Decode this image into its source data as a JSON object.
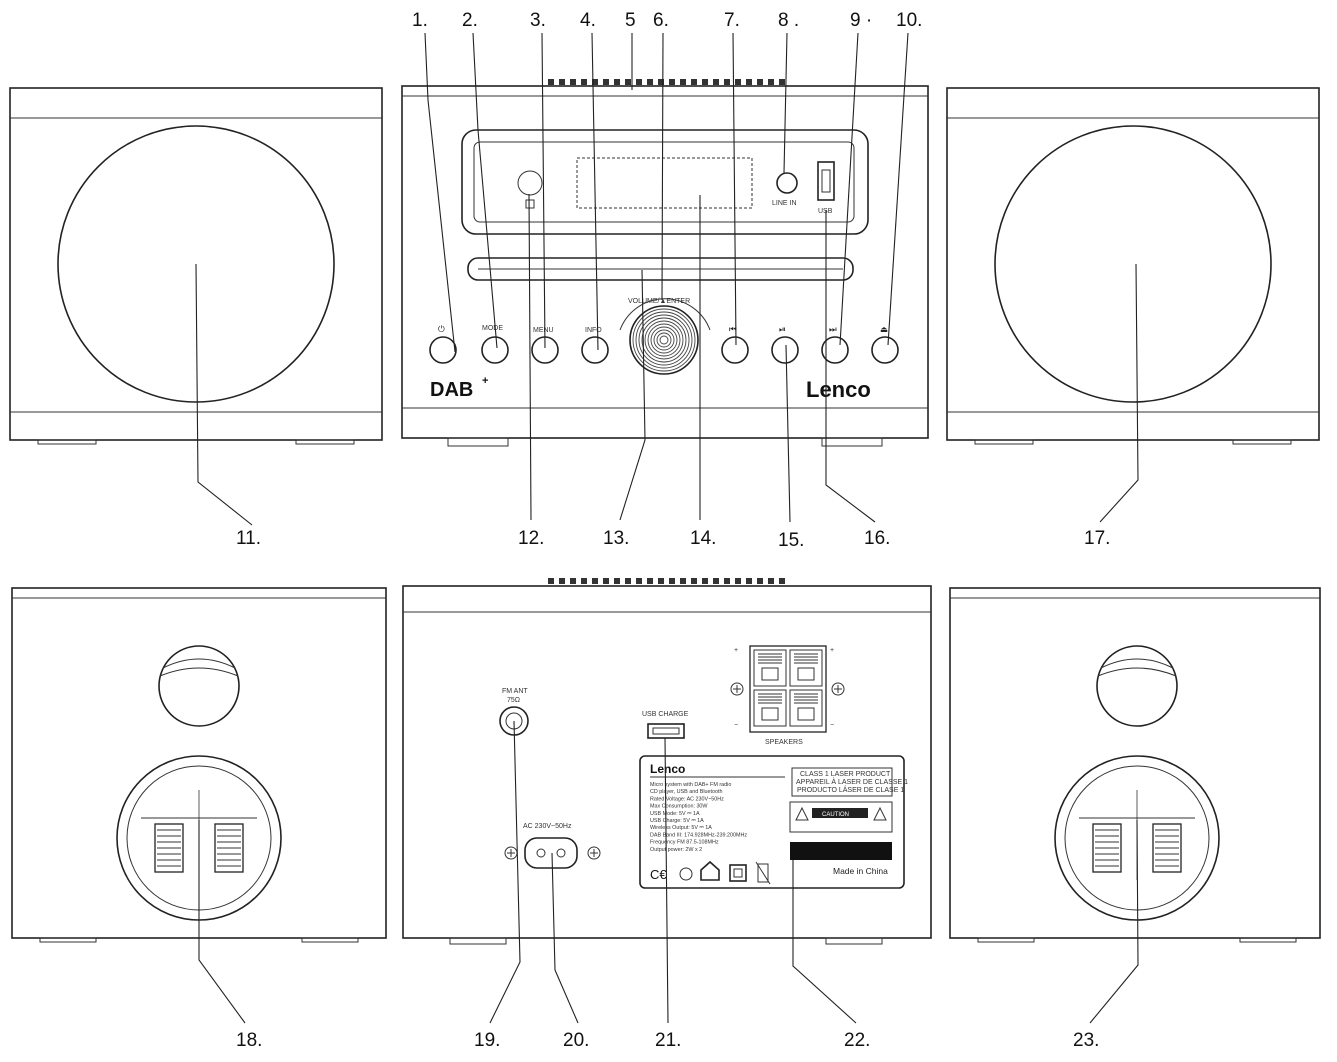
{
  "callouts": {
    "n1": "1.",
    "n2": "2.",
    "n3": "3.",
    "n4": "4.",
    "n5": "5",
    "n6": "6.",
    "n7": "7.",
    "n8": "8 .",
    "n9": "9 ·",
    "n10": "10.",
    "n11": "11.",
    "n12": "12.",
    "n13": "13.",
    "n14": "14.",
    "n15": "15.",
    "n16": "16.",
    "n17": "17.",
    "n18": "18.",
    "n19": "19.",
    "n20": "20.",
    "n21": "21.",
    "n22": "22.",
    "n23": "23."
  },
  "front_panel": {
    "buttons": {
      "power_glyph": "⏻",
      "mode": "MODE",
      "menu": "MENU",
      "info": "INFO",
      "prev_glyph": "⏮",
      "play_glyph": "⏯",
      "next_glyph": "⏭",
      "eject_glyph": "⏏"
    },
    "knob_label": "VOLUME/▲ENTER",
    "line_in_label": "LINE IN",
    "usb_label": "USB",
    "logo_dab": "DAB",
    "logo_dab_plus": "+",
    "logo_lenco": "Lenco"
  },
  "rear_panel": {
    "antenna_label_1": "FM ANT",
    "antenna_label_2": "75Ω",
    "ac_label": "AC 230V~50Hz",
    "usb_charge_label": "USB CHARGE",
    "speakers_label": "SPEAKERS",
    "plus": "+",
    "minus": "−",
    "rating_label": {
      "brand": "Lenco",
      "lines": [
        "Micro system with DAB+ FM radio",
        "CD player, USB and Bluetooth",
        "Rated Voltage: AC 230V~50Hz",
        "Max Consumption: 30W",
        "USB Mode: 5V ⎓ 1A",
        "USB Charge: 5V ⎓ 1A",
        "Wireless Output: 5V ⎓ 1A",
        "DAB Band III: 174.928MHz-239.200MHz",
        "Frequency FM 87.5-108MHz",
        "Output power: 2W x 2"
      ],
      "laser_lines": [
        "CLASS 1 LASER PRODUCT",
        "APPAREIL À LASER DE CLASSE 1",
        "PRODUCTO LÁSER DE CLASE 1"
      ],
      "caution": "CAUTION",
      "made_in": "Made in China"
    }
  }
}
